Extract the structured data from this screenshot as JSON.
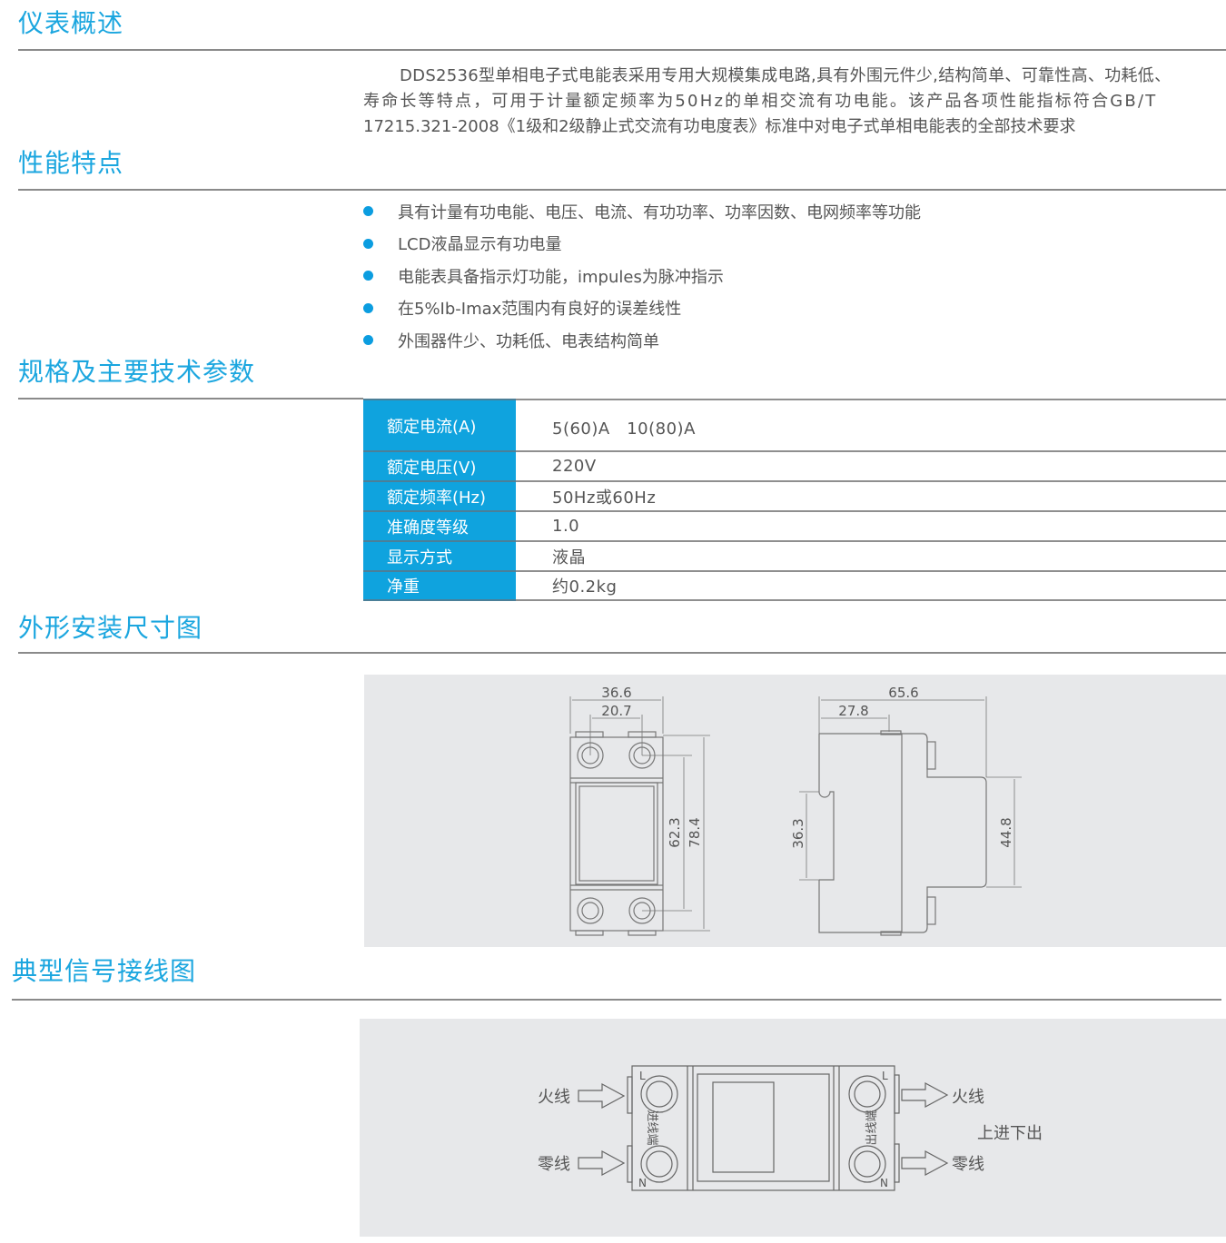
{
  "sections": {
    "overview": {
      "title": "仪表概述",
      "lines": [
        "DDS2536型单相电子式电能表采用专用大规模集成电路,具有外围元件少,结构简单、可靠性高、功耗低、",
        "寿命长等特点，可用于计量额定频率为50Hz的单相交流有功电能。该产品各项性能指标符合GB/T",
        "17215.321-2008《1级和2级静止式交流有功电度表》标准中对电子式单相电能表的全部技术要求"
      ]
    },
    "features": {
      "title": "性能特点",
      "bullet_color": "#0b9de0",
      "items": [
        "具有计量有功电能、电压、电流、有功功率、功率因数、电网频率等功能",
        "LCD液晶显示有功电量",
        "电能表具备指示灯功能，impules为脉冲指示",
        "在5%Ib-Imax范围内有良好的误差线性",
        "外围器件少、功耗低、电表结构简单"
      ]
    },
    "specs": {
      "title": "规格及主要技术参数",
      "header_bg": "#0fa3de",
      "rows": [
        {
          "key": "额定电流(A)",
          "value": "5(60)A　10(80)A"
        },
        {
          "key": "额定电压(V)",
          "value": "220V"
        },
        {
          "key": "额定频率(Hz)",
          "value": "50Hz或60Hz"
        },
        {
          "key": "准确度等级",
          "value": "1.0"
        },
        {
          "key": "显示方式",
          "value": "液晶"
        },
        {
          "key": "净重",
          "value": "约0.2kg"
        }
      ]
    },
    "dimensions": {
      "title": "外形安装尺寸图",
      "front": {
        "width_total": "36.6",
        "width_terminals": "20.7",
        "height_terminals": "62.3",
        "height_total": "78.4"
      },
      "side": {
        "depth_total": "65.6",
        "depth_front": "27.8",
        "rail_height": "36.3",
        "back_height": "44.8"
      }
    },
    "wiring": {
      "title": "典型信号接线图",
      "in_live": "火线",
      "in_neutral": "零线",
      "out_live": "火线",
      "out_neutral": "零线",
      "in_terminal_label": "进线端",
      "out_terminal_label": "出线端",
      "terminal_L": "L",
      "terminal_N": "N",
      "note": "上进下出"
    }
  },
  "theme": {
    "accent": "#1ba6df",
    "panel_bg": "#e7e8ea",
    "rule": "#8a8a8a"
  }
}
